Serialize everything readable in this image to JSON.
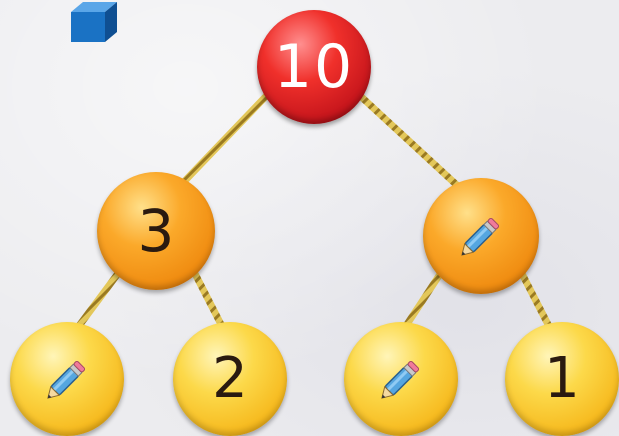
{
  "tree": {
    "root": {
      "value": "10",
      "color": "#d7191f"
    },
    "left_child": {
      "value": "3",
      "color": "#f39515"
    },
    "right_child": {
      "value": "",
      "icon": "pencil-icon",
      "color": "#f39515"
    },
    "leaves": [
      {
        "value": "",
        "icon": "pencil-icon",
        "color": "#f8c42c"
      },
      {
        "value": "2",
        "color": "#f8c42c"
      },
      {
        "value": "",
        "icon": "pencil-icon",
        "color": "#f8c42c"
      },
      {
        "value": "1",
        "color": "#f8c42c"
      }
    ]
  },
  "decor": {
    "corner_icon": "cube-icon",
    "cube_color": "#1b74c2",
    "rope_color": "#c9a93a"
  }
}
